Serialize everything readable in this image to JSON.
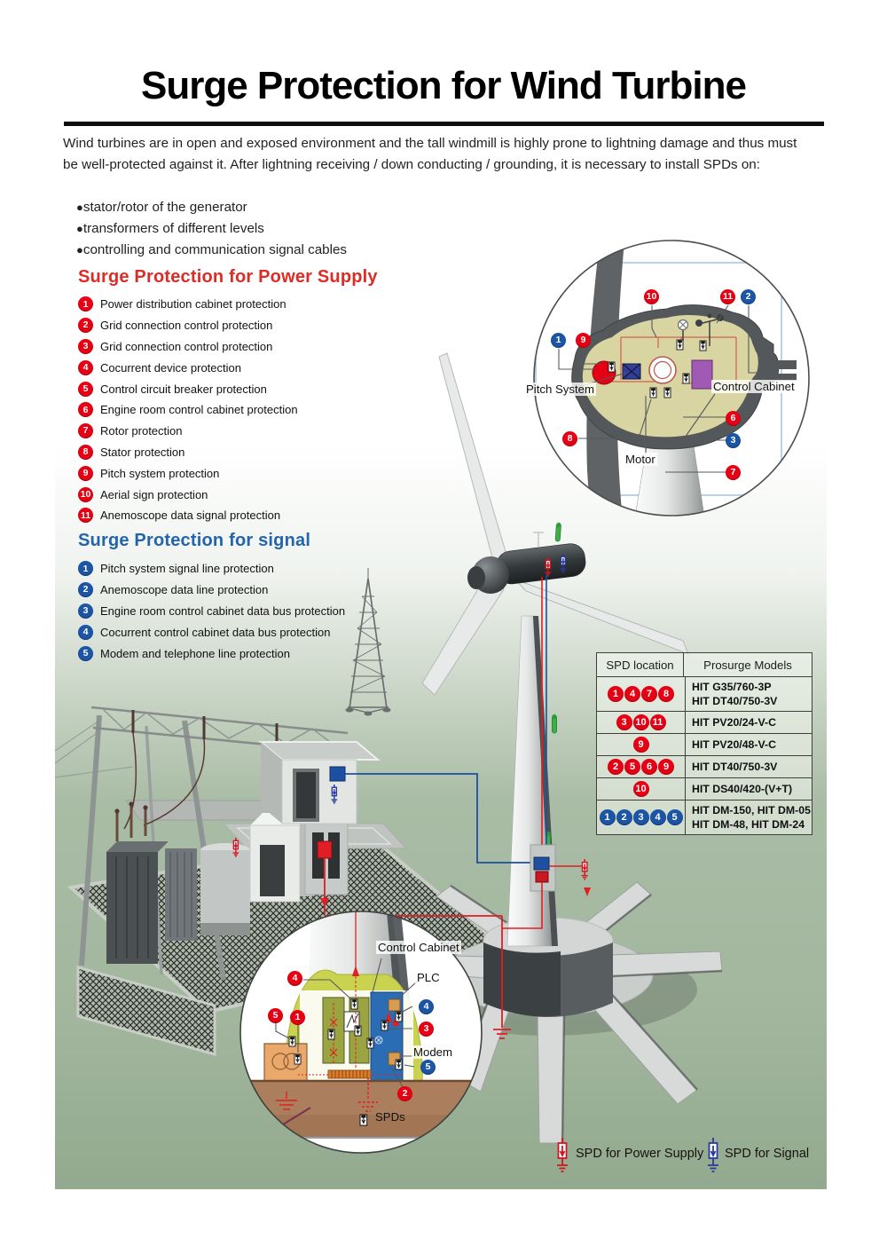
{
  "page": {
    "title": "Surge Protection for Wind Turbine",
    "intro": "Wind turbines are in open and exposed environment and the tall windmill is highly prone to lightning damage and thus must be well-protected against it. After lightning receiving / down conducting / grounding, it is necessary to install SPDs on:",
    "bullets": [
      "stator/rotor of the generator",
      "transformers of different levels",
      "controlling and communication signal cables"
    ]
  },
  "power_section": {
    "heading": "Surge Protection for Power Supply",
    "items": [
      "Power distribution cabinet protection",
      "Grid connection control protection",
      "Grid connection control protection",
      "Cocurrent device protection",
      "Control circuit breaker protection",
      "Engine room control cabinet protection",
      "Rotor protection",
      "Stator protection",
      "Pitch system protection",
      "Aerial sign protection",
      "Anemoscope data signal protection"
    ]
  },
  "signal_section": {
    "heading": "Surge Protection for signal",
    "items": [
      "Pitch system signal line protection",
      "Anemoscope data line protection",
      "Engine room control cabinet data bus protection",
      "Cocurrent control cabinet data bus protection",
      "Modem and telephone line protection"
    ]
  },
  "table": {
    "headers": [
      "SPD location",
      "Prosurge Models"
    ],
    "rows": [
      {
        "badges": [
          {
            "n": "1",
            "color": "red"
          },
          {
            "n": "4",
            "color": "red"
          },
          {
            "n": "7",
            "color": "red"
          },
          {
            "n": "8",
            "color": "red"
          }
        ],
        "models": [
          "HIT G35/760-3P",
          "HIT DT40/750-3V"
        ]
      },
      {
        "badges": [
          {
            "n": "3",
            "color": "red"
          },
          {
            "n": "10",
            "color": "red"
          },
          {
            "n": "11",
            "color": "red"
          }
        ],
        "models": [
          "HIT PV20/24-V-C"
        ]
      },
      {
        "badges": [
          {
            "n": "9",
            "color": "red"
          }
        ],
        "models": [
          "HIT PV20/48-V-C"
        ]
      },
      {
        "badges": [
          {
            "n": "2",
            "color": "red"
          },
          {
            "n": "5",
            "color": "red"
          },
          {
            "n": "6",
            "color": "red"
          },
          {
            "n": "9",
            "color": "red"
          }
        ],
        "models": [
          "HIT DT40/750-3V"
        ]
      },
      {
        "badges": [
          {
            "n": "10",
            "color": "red"
          }
        ],
        "models": [
          "HIT DS40/420-(V+T)"
        ]
      },
      {
        "badges": [
          {
            "n": "1",
            "color": "blue"
          },
          {
            "n": "2",
            "color": "blue"
          },
          {
            "n": "3",
            "color": "blue"
          },
          {
            "n": "4",
            "color": "blue"
          },
          {
            "n": "5",
            "color": "blue"
          }
        ],
        "models": [
          "HIT DM-150, HIT DM-05",
          "HIT DM-48, HIT DM-24"
        ]
      }
    ]
  },
  "callout_nacelle": {
    "labels": {
      "pitch_system": "Pitch System",
      "control_cabinet": "Control Cabinet",
      "motor": "Motor"
    },
    "badges": [
      {
        "n": "10",
        "color": "red"
      },
      {
        "n": "11",
        "color": "red"
      },
      {
        "n": "2",
        "color": "blue"
      },
      {
        "n": "1",
        "color": "blue"
      },
      {
        "n": "9",
        "color": "red"
      },
      {
        "n": "6",
        "color": "red"
      },
      {
        "n": "3",
        "color": "blue"
      },
      {
        "n": "8",
        "color": "red"
      },
      {
        "n": "7",
        "color": "red"
      }
    ]
  },
  "callout_base": {
    "labels": {
      "control_cabinet": "Control Cabinet",
      "plc": "PLC",
      "modem": "Modem",
      "spds": "SPDs"
    },
    "badges": [
      {
        "n": "4",
        "color": "red"
      },
      {
        "n": "5",
        "color": "red"
      },
      {
        "n": "1",
        "color": "red"
      },
      {
        "n": "4",
        "color": "blue"
      },
      {
        "n": "3",
        "color": "red"
      },
      {
        "n": "5",
        "color": "blue"
      },
      {
        "n": "2",
        "color": "red"
      }
    ]
  },
  "legend": {
    "power": "SPD for Power Supply",
    "signal": "SPD for Signal"
  },
  "colors": {
    "badge_red": "#e60014",
    "badge_blue": "#1d55a5",
    "heading_red": "#dd2b26",
    "heading_blue": "#2264ae",
    "bg_green": "#a9bca5",
    "spd_power": "#d11622",
    "spd_signal": "#2a3a9c"
  }
}
